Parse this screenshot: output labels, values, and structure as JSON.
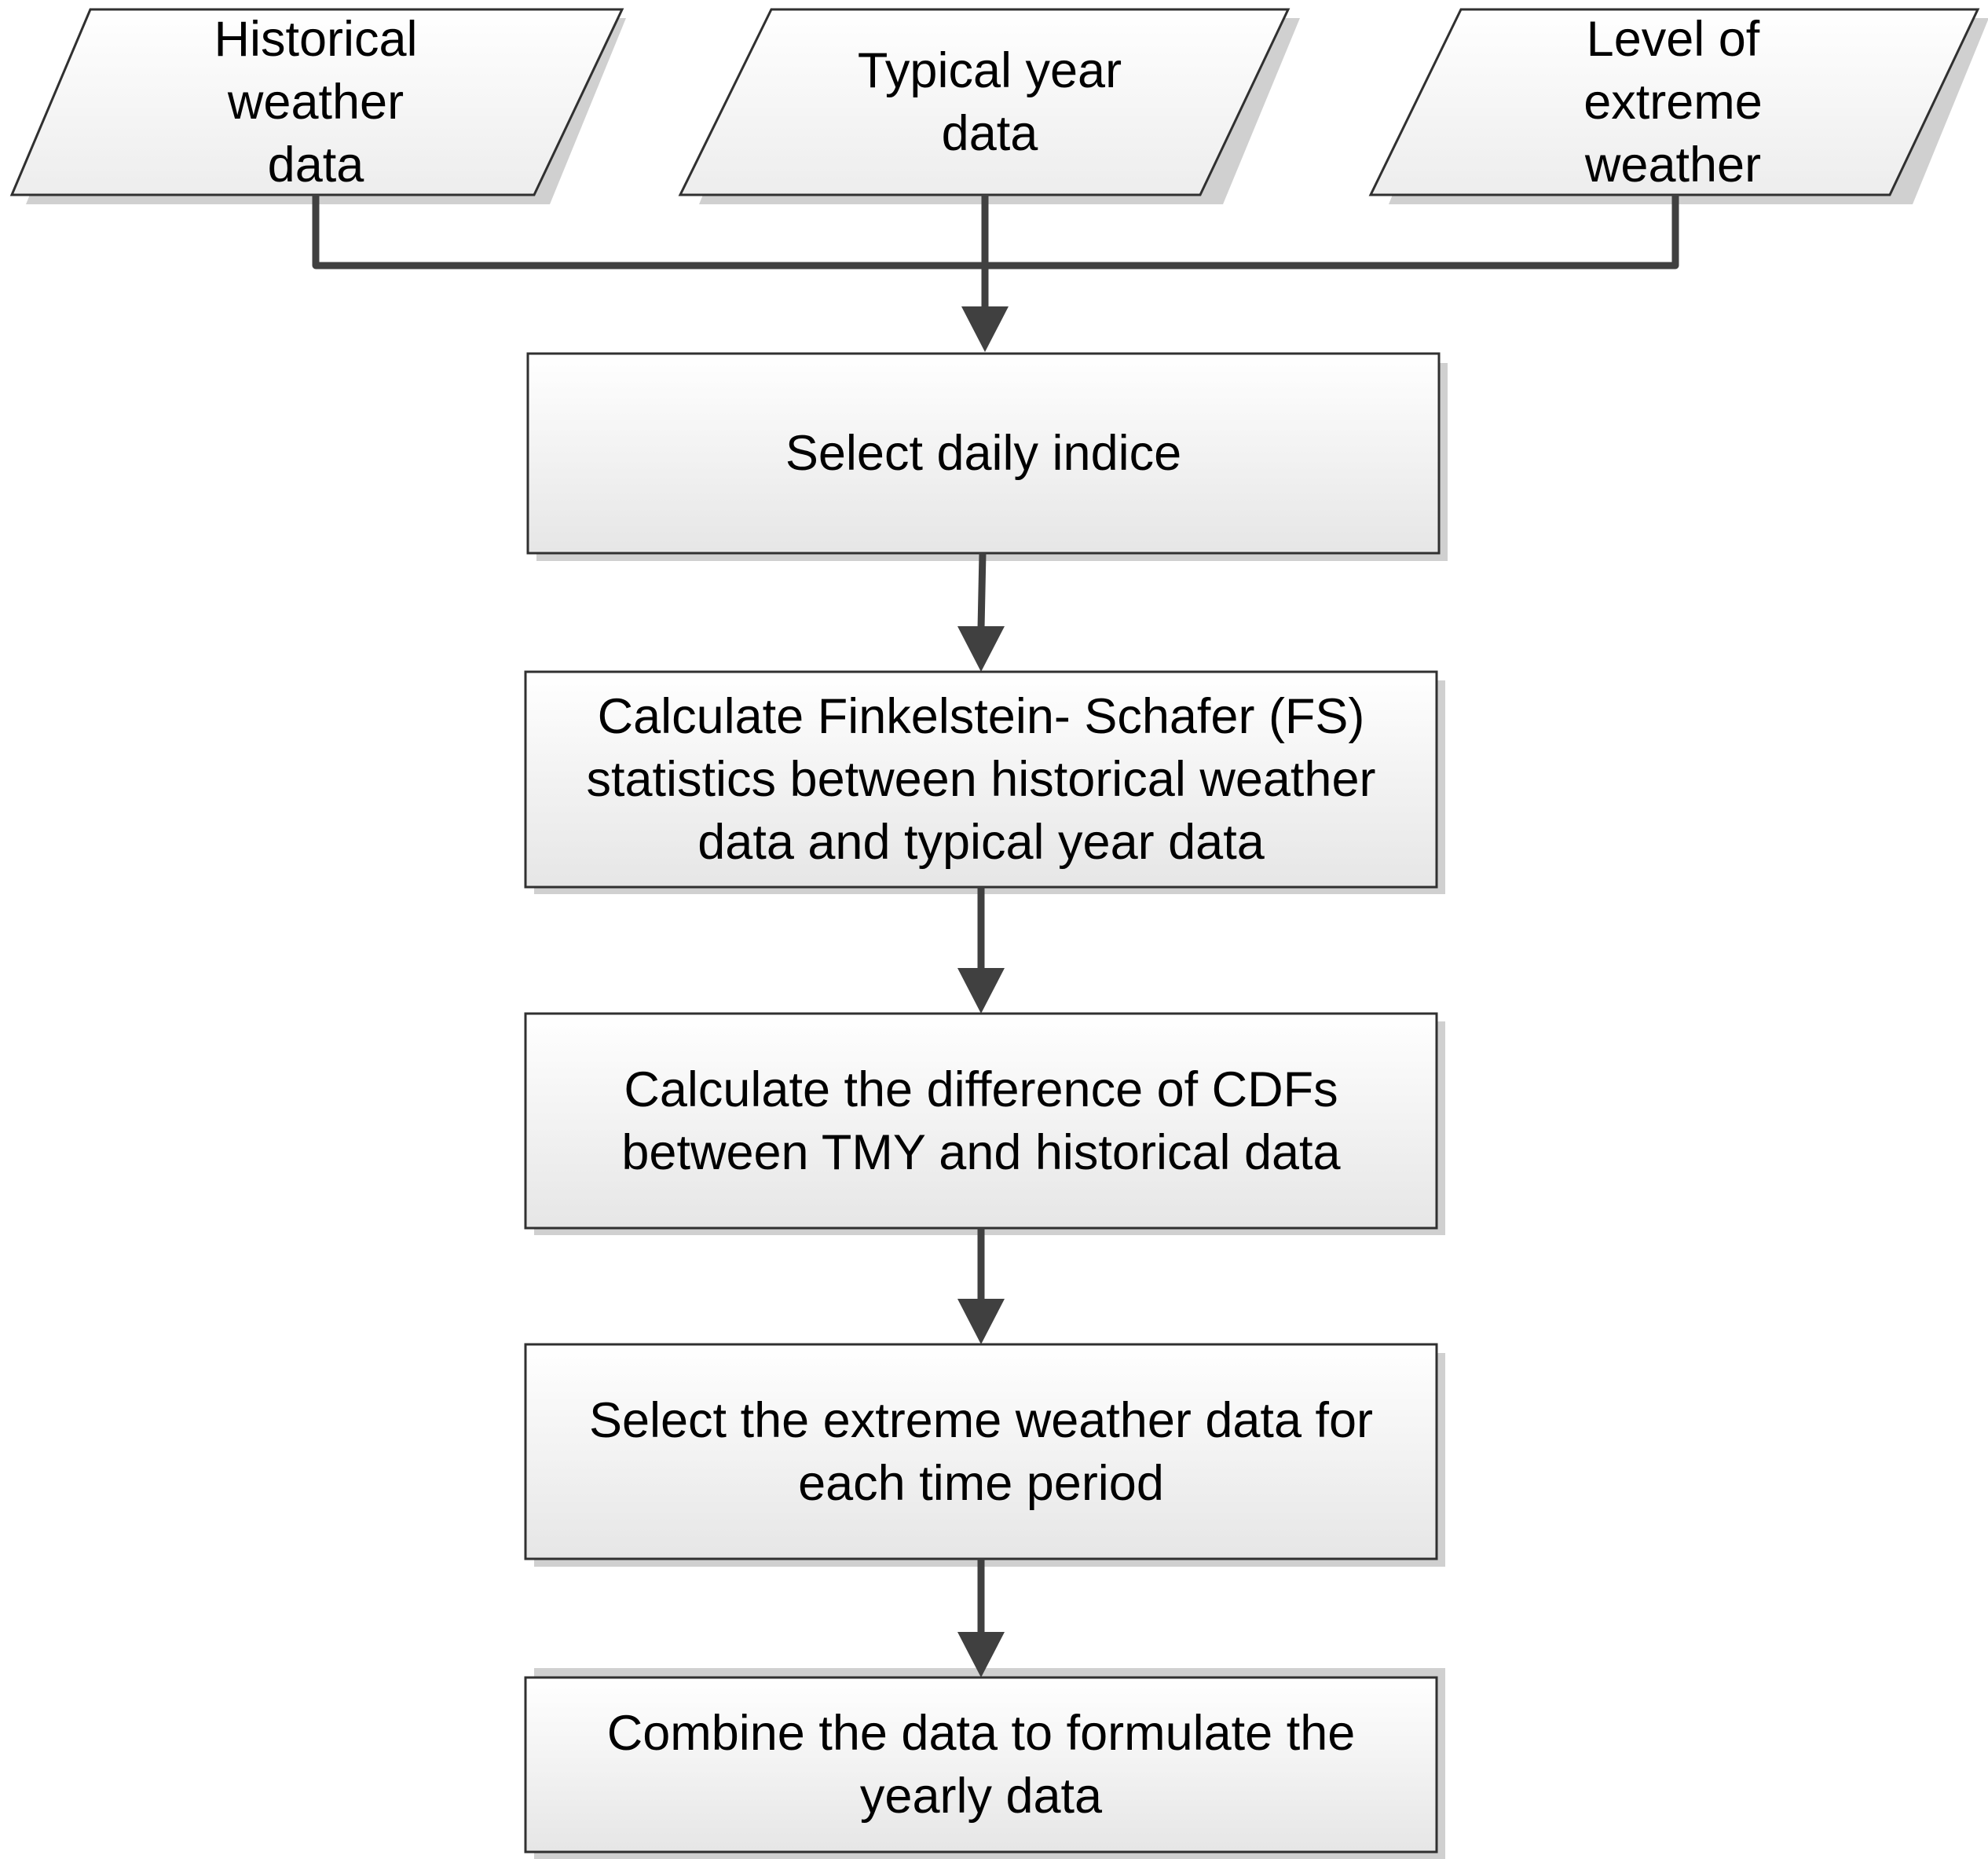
{
  "inputs": [
    {
      "id": "historical",
      "label": "Historical\nweather\ndata"
    },
    {
      "id": "typical",
      "label": "Typical year\ndata"
    },
    {
      "id": "level",
      "label": "Level of\nextreme\nweather"
    }
  ],
  "steps": [
    {
      "id": "select-indice",
      "label": "Select daily indice"
    },
    {
      "id": "calc-fs",
      "label": "Calculate Finkelstein- Schafer (FS)\nstatistics between historical weather\ndata  and typical year data"
    },
    {
      "id": "calc-cdf",
      "label": "Calculate the difference of CDFs\nbetween TMY and historical data"
    },
    {
      "id": "select-extreme",
      "label": "Select the extreme weather data for\neach time period"
    },
    {
      "id": "combine",
      "label": "Combine the data to formulate the\nyearly data"
    }
  ],
  "colors": {
    "connector": "#404040",
    "box_border": "#303030",
    "box_fill_top": "#ffffff",
    "box_fill_bottom": "#e6e6e6",
    "shadow": "#d0d0d0",
    "text": "#000000"
  }
}
